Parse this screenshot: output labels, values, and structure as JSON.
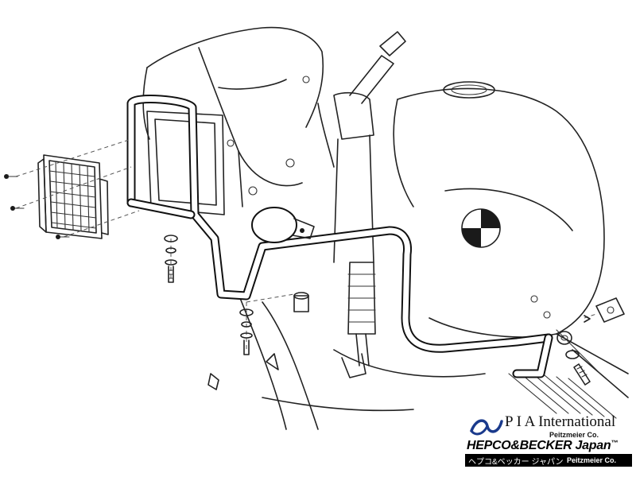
{
  "diagram": {
    "subject": "motorcycle-crash-bar-mounting",
    "colors": {
      "line": "#222222",
      "accent": "#1a3a8c",
      "background": "#ffffff"
    }
  },
  "logo": {
    "pia_text": "P I A International",
    "peitzmeier_1": "Peitzmeier Co.",
    "hepco_text": "HEPCO&BECKER Japan",
    "tm": "™",
    "japanese_text": "ヘプコ&ベッカー ジャパン",
    "peitzmeier_2": "Peitzmeier Co."
  }
}
